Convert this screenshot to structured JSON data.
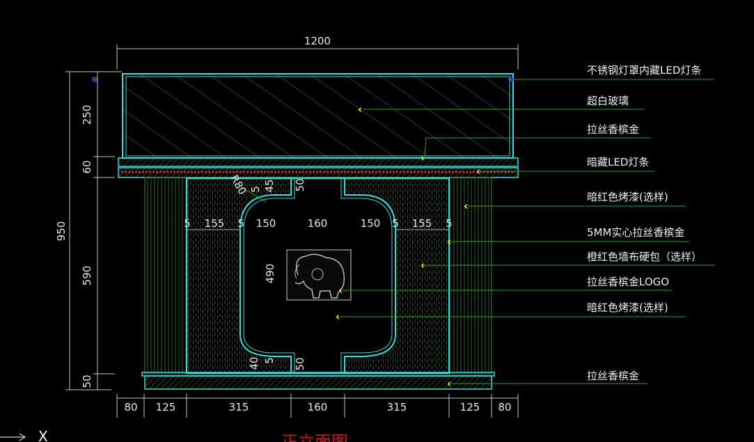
{
  "drawing_title": "正立面图",
  "colors": {
    "background": "#000000",
    "frame": "#30e0e0",
    "dimension": "#c8c8c8",
    "hatch": "#3a8a3a",
    "leader": "#22aa22",
    "led": "#d02020",
    "arrow": "#ffff00",
    "title": "#d01818"
  },
  "dimensions": {
    "overall_width": "1200",
    "overall_height": "950",
    "top_height": "250",
    "band_height": "60",
    "body_height": "590",
    "base_height": "50",
    "inner_height": "490",
    "radius": "R80",
    "notch_top_width": "45",
    "notch_top_gap": "5",
    "notch_side": "50",
    "notch_bottom_height": "40",
    "notch_bottom_gap": "5",
    "notch_bottom_side": "50",
    "row_mid": [
      "5",
      "155",
      "5",
      "150",
      "160",
      "150",
      "5",
      "155",
      "5"
    ],
    "row_bottom": [
      "80",
      "125",
      "315",
      "160",
      "315",
      "125",
      "80"
    ]
  },
  "labels": [
    "不锈钢灯罩内藏LED灯条",
    "超白玻璃",
    "拉丝香槟金",
    "暗藏LED灯条",
    "暗红色烤漆(选样)",
    "5MM实心拉丝香槟金",
    "橙红色墙布硬包（选样）",
    "拉丝香槟金LOGO",
    "暗红色烤漆(选样)",
    "拉丝香槟金"
  ],
  "logo_icon": "elephant-logo-icon",
  "ucs_axis": "X"
}
